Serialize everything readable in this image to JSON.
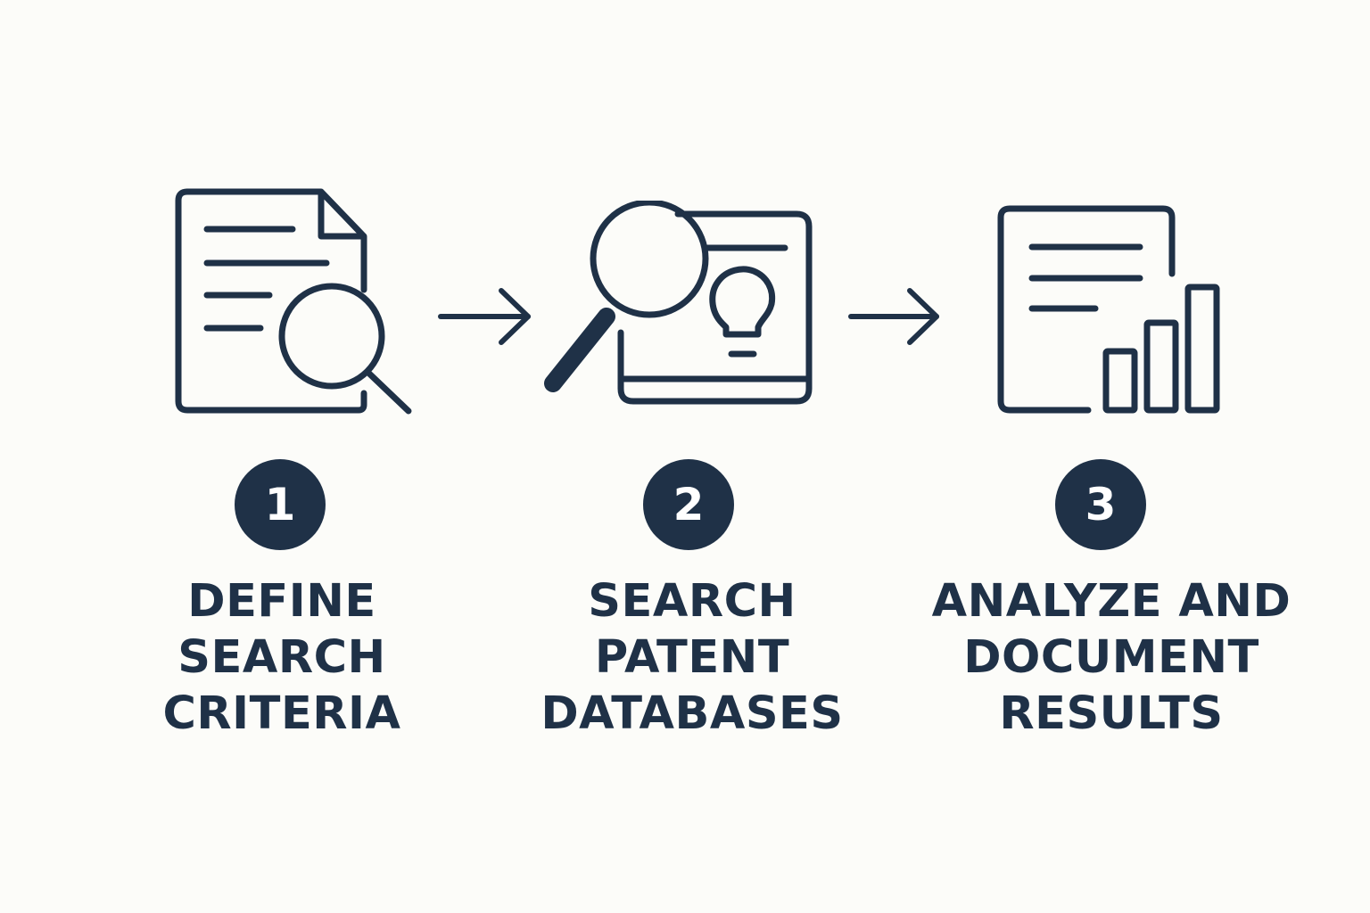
{
  "theme": {
    "background": "#fcfcf9",
    "primary": "#1f3147",
    "badge_text": "#ffffff"
  },
  "steps": [
    {
      "number": "1",
      "icon": "document-magnifier-icon",
      "label_lines": [
        "DEFINE",
        "SEARCH",
        "CRITERIA"
      ]
    },
    {
      "number": "2",
      "icon": "magnifier-lightbulb-screen-icon",
      "label_lines": [
        "SEARCH",
        "PATENT",
        "DATABASES"
      ]
    },
    {
      "number": "3",
      "icon": "document-bar-chart-icon",
      "label_lines": [
        "ANALYZE AND",
        "DOCUMENT",
        "RESULTS"
      ]
    }
  ],
  "connectors": [
    "arrow-right-icon",
    "arrow-right-icon"
  ]
}
